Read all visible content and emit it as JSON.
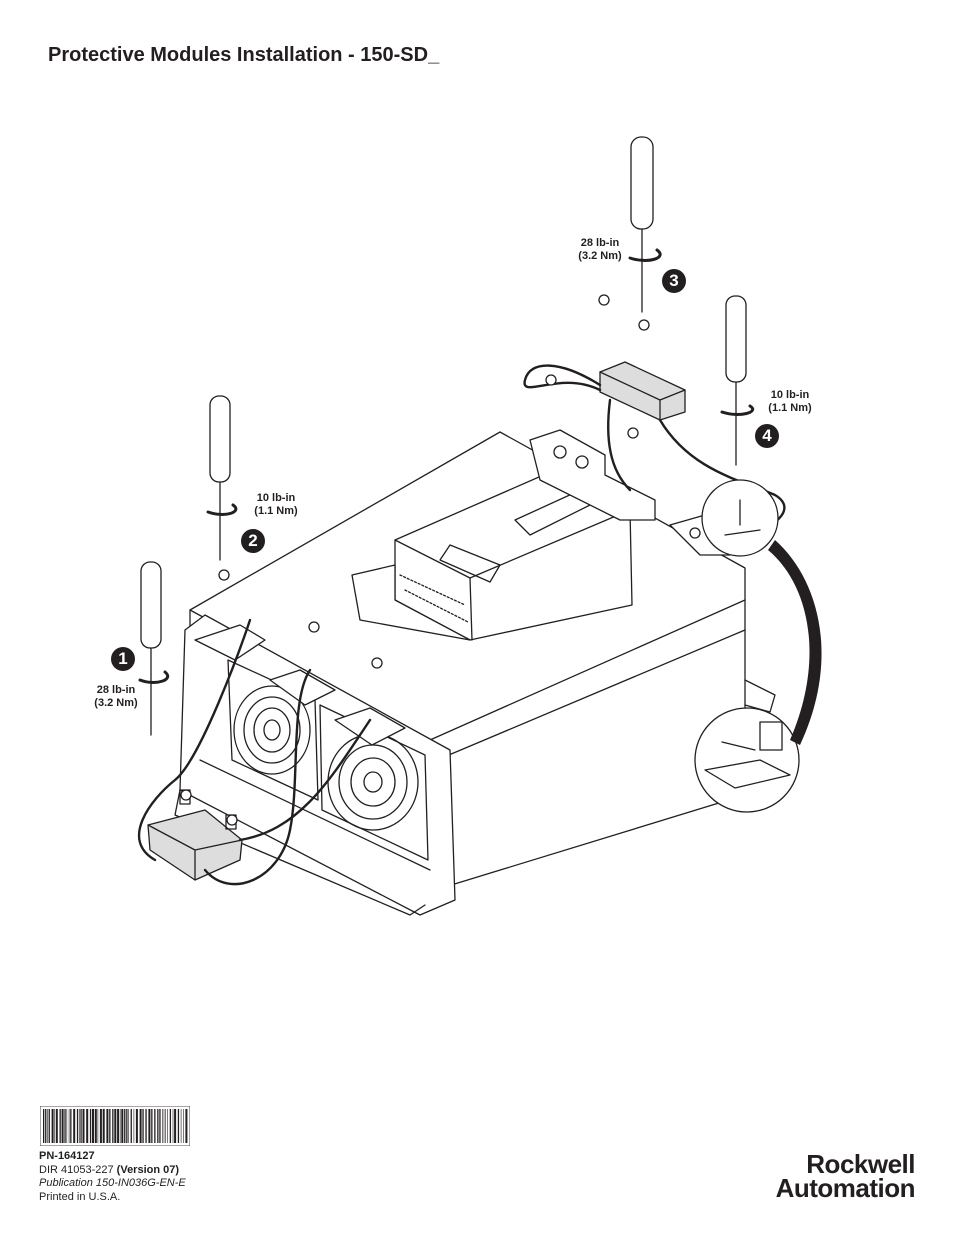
{
  "title": "Protective Modules Installation - 150-SD_",
  "steps": [
    {
      "number": "1",
      "torque_line1": "28 lb-in",
      "torque_line2": "(3.2 Nm)"
    },
    {
      "number": "2",
      "torque_line1": "10 lb-in",
      "torque_line2": "(1.1 Nm)"
    },
    {
      "number": "3",
      "torque_line1": "28 lb-in",
      "torque_line2": "(3.2 Nm)"
    },
    {
      "number": "4",
      "torque_line1": "10 lb-in",
      "torque_line2": "(1.1 Nm)"
    }
  ],
  "footer": {
    "pn": "PN-164127",
    "dir": "DIR 41053-227",
    "version": "(Version 07)",
    "publication": "Publication 150-IN036G-EN-E",
    "printed": "Printed in U.S.A."
  },
  "logo": {
    "line1": "Rockwell",
    "line2": "Automation"
  },
  "colors": {
    "ink": "#231f20",
    "background": "#ffffff"
  }
}
